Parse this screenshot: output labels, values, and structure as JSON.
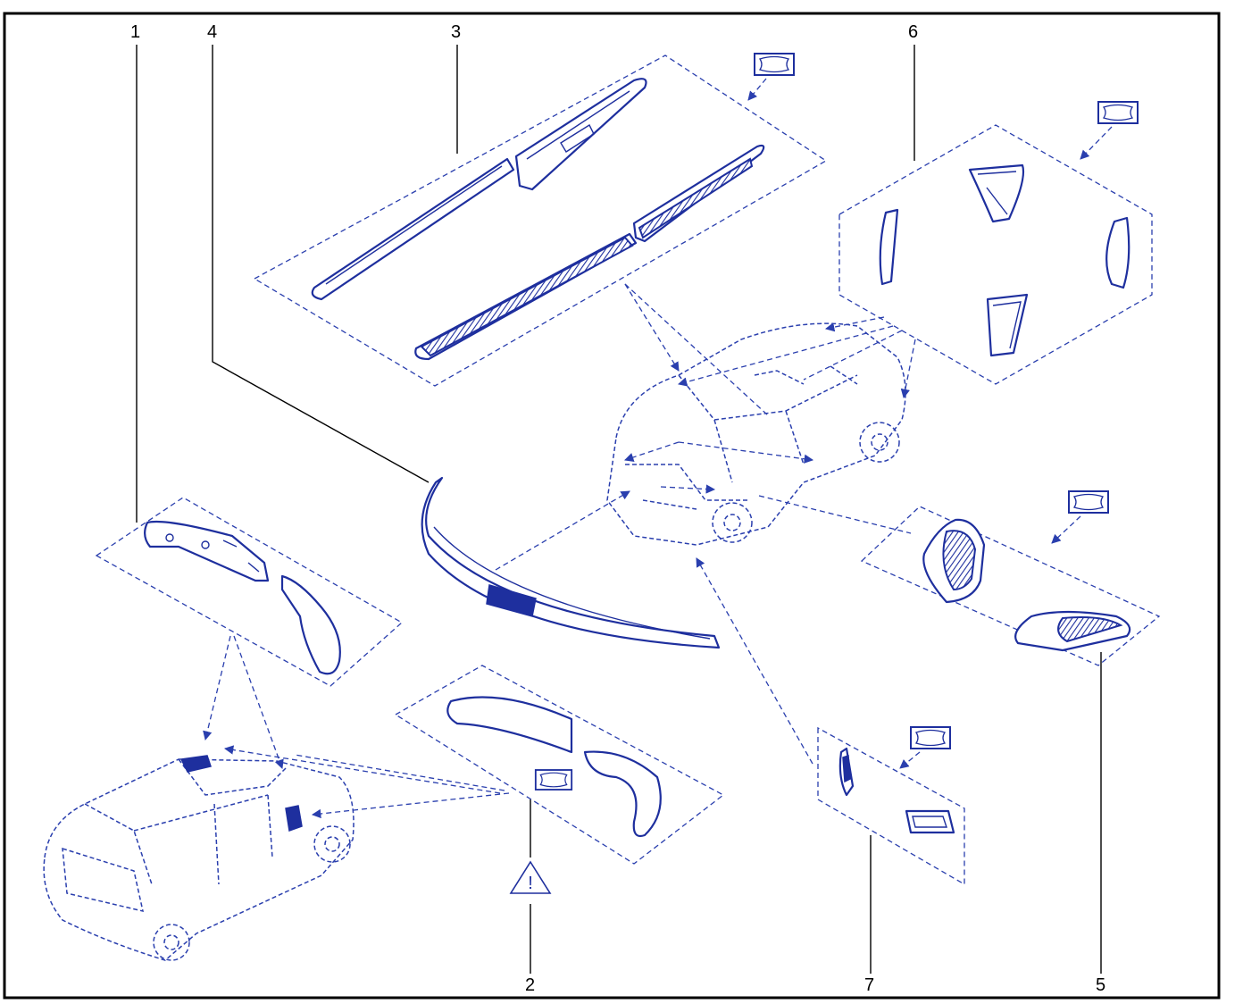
{
  "callouts": [
    "1",
    "2",
    "3",
    "4",
    "5",
    "6",
    "7"
  ],
  "symbols": {
    "kit_icon": "kit-box-icon",
    "warning_icon": "warning-triangle-icon",
    "warning_glyph": "!"
  },
  "colors": {
    "line_art": "#1e2f9e",
    "frame": "#000000",
    "background": "#ffffff"
  }
}
